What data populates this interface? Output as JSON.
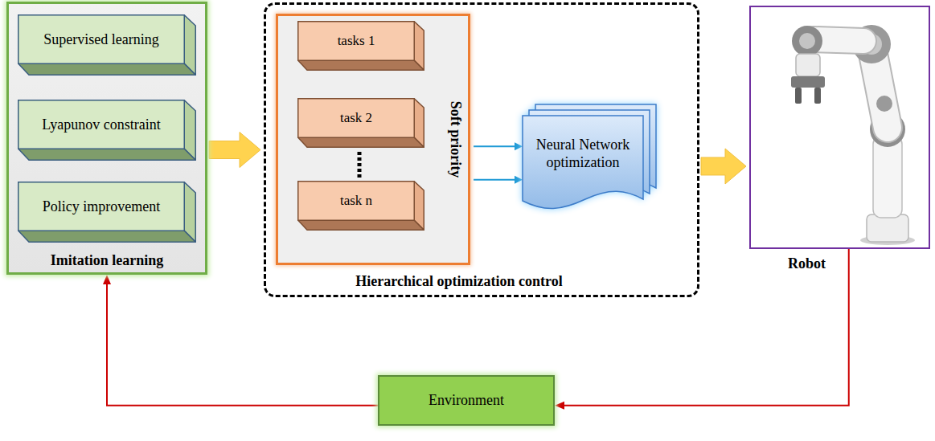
{
  "diagram": {
    "nodes": [
      {
        "text": [
          "Imitation learning"
        ]
      },
      {
        "text": [
          "Supervised learning"
        ],
        "in": 0
      },
      {
        "text": [
          "Lyapunov constraint"
        ],
        "in": 0
      },
      {
        "text": [
          "Policy improvement"
        ],
        "in": 0
      },
      {
        "text": [
          "Hierarchical optimization control"
        ]
      },
      {
        "text": [
          "Soft priority"
        ],
        "in": 4
      },
      {
        "text": [
          "tasks 1"
        ],
        "in": 5
      },
      {
        "text": [
          "task 2"
        ],
        "in": 5
      },
      {
        "text": [
          "task n"
        ],
        "in": 5
      },
      {
        "text": [
          "Neural Network optimization"
        ],
        "in": 4
      },
      {
        "text": [
          "Robot"
        ]
      },
      {
        "text": [
          "Environment"
        ]
      }
    ],
    "edges": [
      {
        "from": 0,
        "to": 4,
        "arrow": "to"
      },
      {
        "from": 5,
        "to": 9,
        "arrow": "to"
      },
      {
        "from": 5,
        "to": 9,
        "arrow": "to"
      },
      {
        "from": 4,
        "to": 10,
        "arrow": "to"
      },
      {
        "from": 10,
        "to": 11,
        "arrow": "to"
      },
      {
        "from": 11,
        "to": 0,
        "arrow": "to"
      }
    ]
  }
}
